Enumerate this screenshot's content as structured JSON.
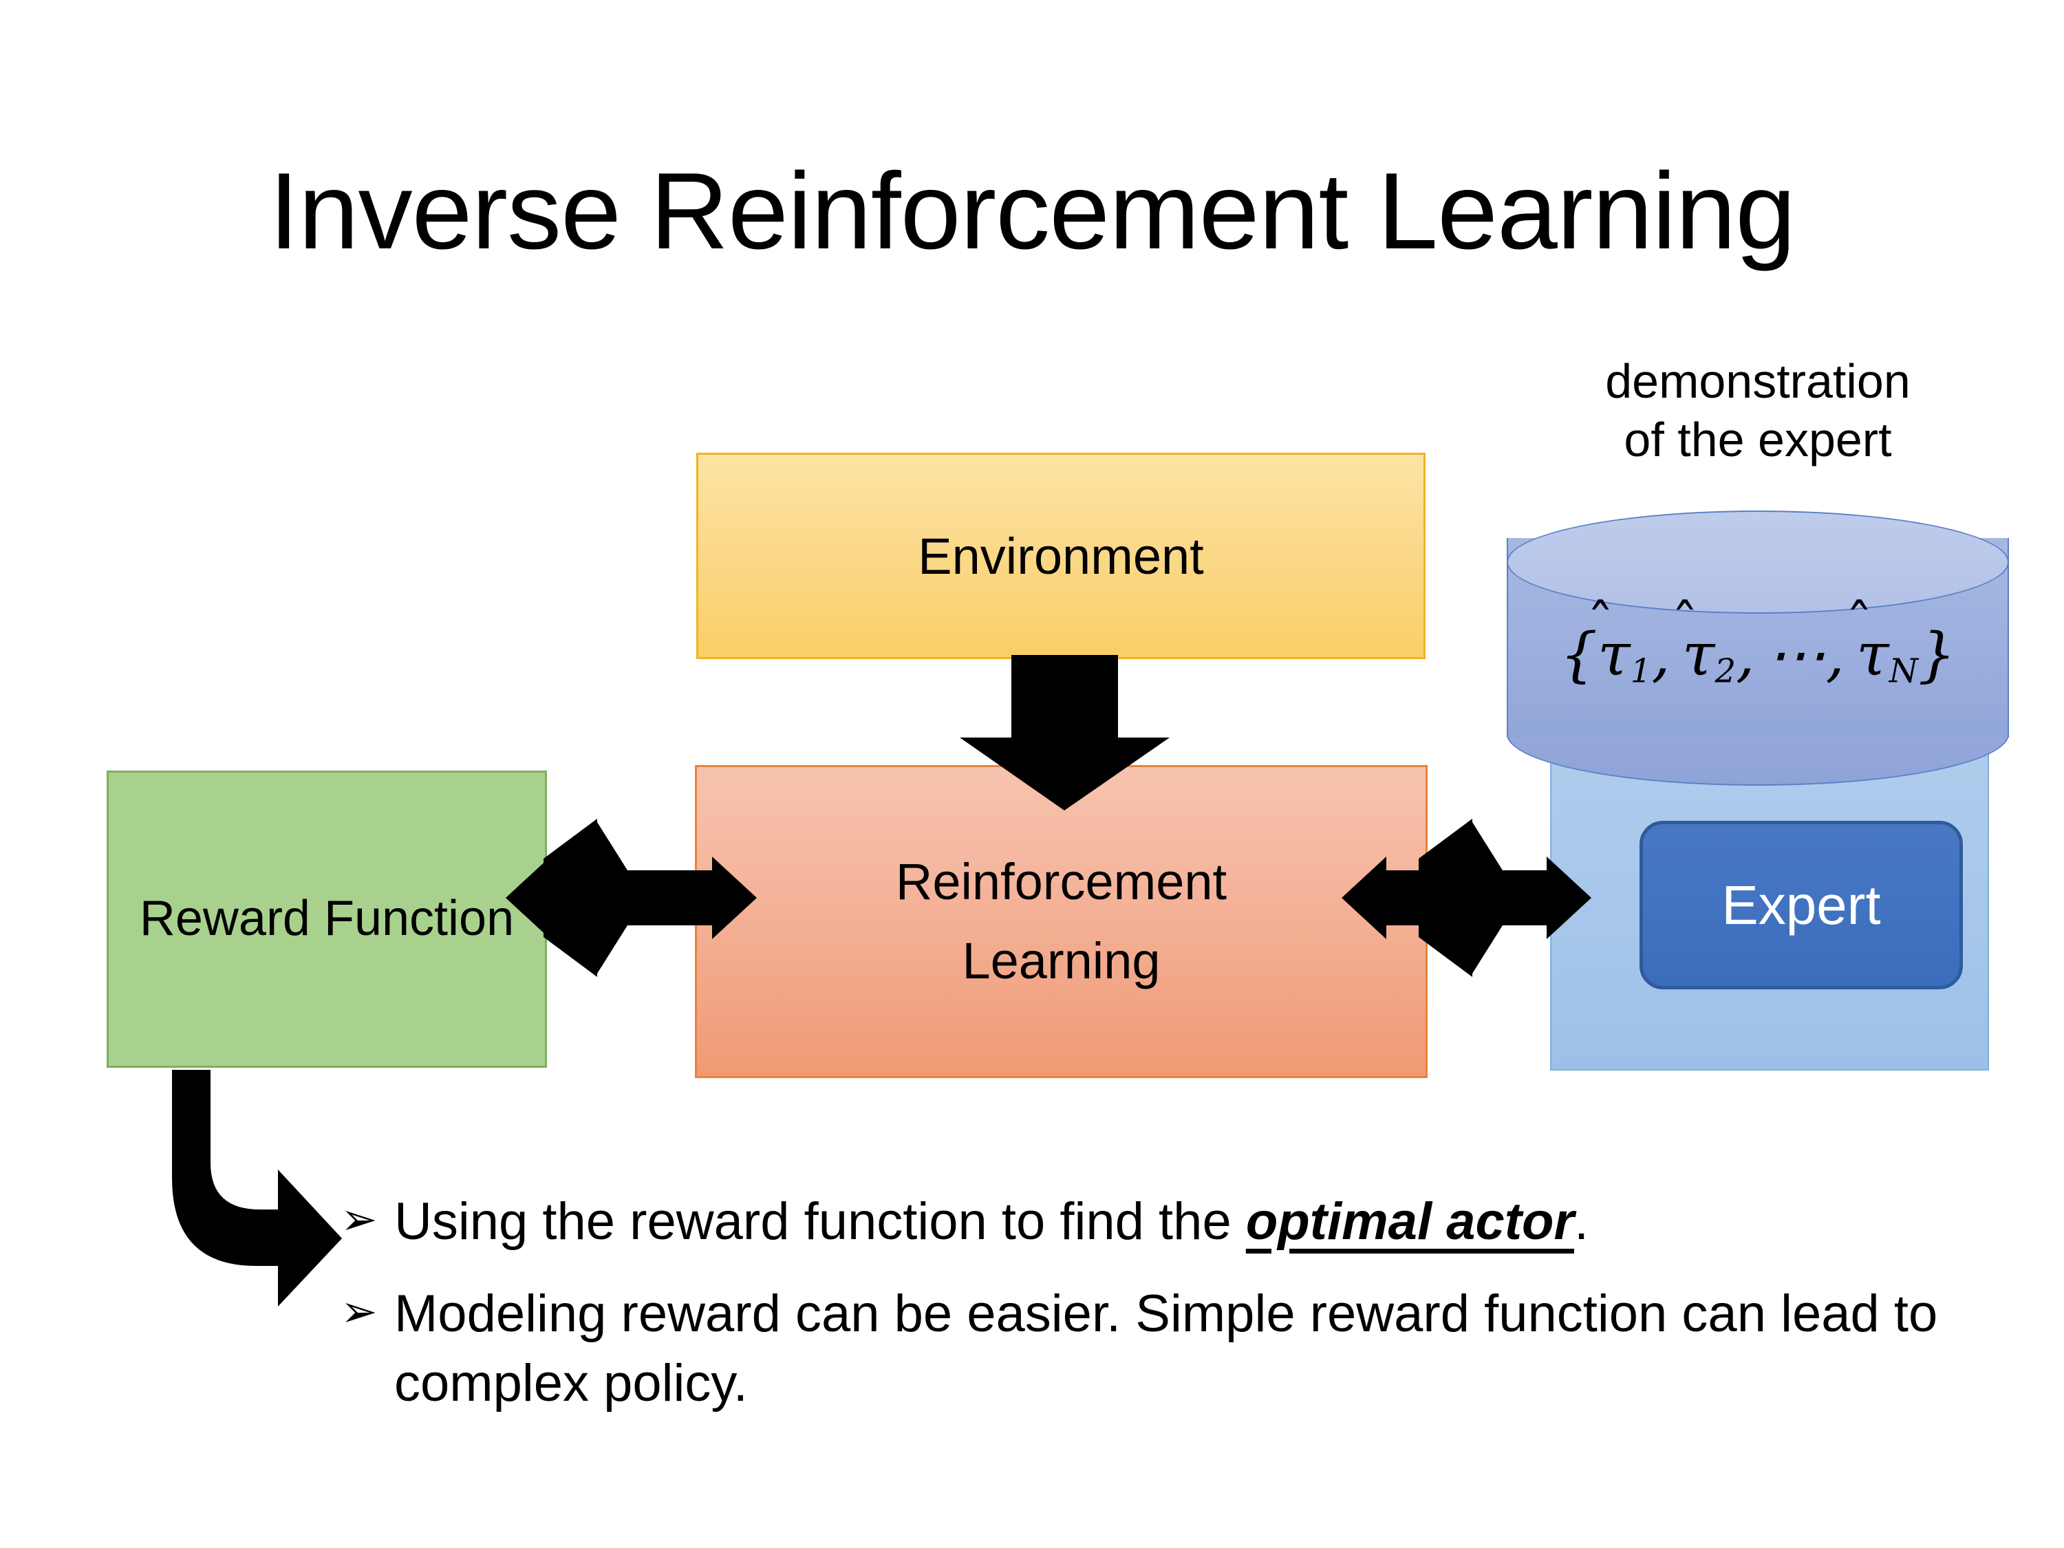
{
  "slide": {
    "title": "Inverse Reinforcement Learning",
    "background_color": "#FFFFFF"
  },
  "diagram": {
    "environment_box": {
      "label": "Environment",
      "fill_top": "#FCE4A4",
      "fill_bottom": "#F9CF64",
      "border_color": "#F0B323"
    },
    "reinforcement_learning_box": {
      "label_line1": "Reinforcement",
      "label_line2": "Learning",
      "fill_top": "#F7C3AE",
      "fill_bottom": "#F09A74",
      "border_color": "#E8823C"
    },
    "reward_function_box": {
      "label_line1": "Reward",
      "label_line2": "Function",
      "fill": "#A9D18E",
      "border_color": "#7FAE5F"
    },
    "expert_panel": {
      "fill_top": "#AFCCEC",
      "fill_bottom": "#9EC0E8",
      "border_color": "#7FAEDC"
    },
    "expert_box": {
      "label": "Expert",
      "fill_top": "#4878C4",
      "fill_bottom": "#3C6CBC",
      "border_color": "#2E5B9E",
      "text_color": "#FFFFFF"
    },
    "demonstration_cylinder": {
      "caption_line1": "demonstration",
      "caption_line2": "of the expert",
      "formula_open": "{",
      "formula_tau": "τ",
      "formula_hat": "̂",
      "formula_sub1": "1",
      "formula_sub2": "2",
      "formula_ellipsis": "⋯",
      "formula_subN": "N",
      "formula_comma": ",",
      "formula_close": "}",
      "formula_plain": "{τ̂1, τ̂2, ⋯, τ̂N}",
      "fill_body_top": "#A6B8E2",
      "fill_body_bottom": "#91A6D9",
      "fill_top_ellipse": "#BFCCEB",
      "border_color": "#5B7FC7"
    },
    "arrows": {
      "env_to_rl": {
        "name": "down-arrow",
        "color": "#000000"
      },
      "reward_rl_link": {
        "name": "quad-arrow-left",
        "color": "#000000"
      },
      "rl_expert_link": {
        "name": "quad-arrow-right",
        "color": "#000000"
      },
      "reward_to_bullets": {
        "name": "bent-arrow",
        "color": "#000000"
      }
    }
  },
  "bullets": {
    "marker": "➢",
    "items": [
      {
        "prefix": "Using the reward function to find the ",
        "emphasis": "optimal actor",
        "suffix": "."
      },
      {
        "prefix": "Modeling reward can be easier. Simple reward function can lead to complex policy.",
        "emphasis": "",
        "suffix": ""
      }
    ]
  }
}
